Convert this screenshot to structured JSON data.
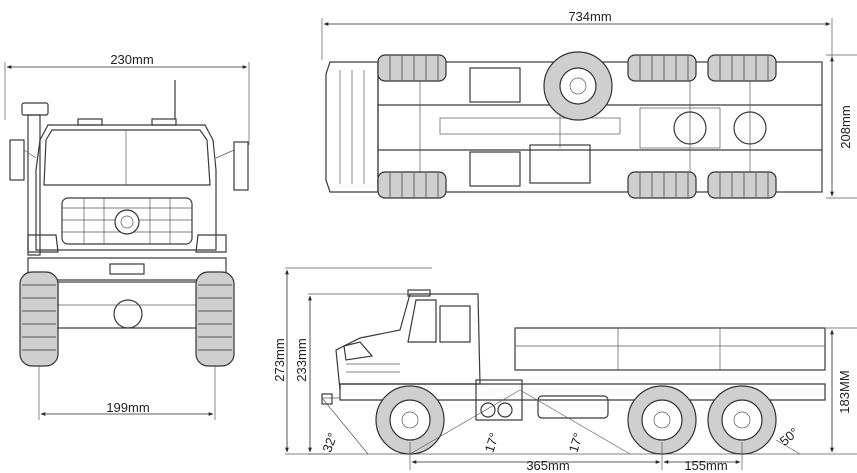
{
  "dimensions": {
    "overall_width": "230mm",
    "track_width": "199mm",
    "overall_length": "734mm",
    "top_width": "208mm",
    "overall_height": "273mm",
    "cab_height": "233mm",
    "bed_height": "183MM",
    "wheelbase_front": "365mm",
    "wheelbase_rear": "155mm"
  },
  "angles": {
    "approach": "32°",
    "breakover_front": "17°",
    "breakover_rear": "17°",
    "departure": "50°"
  },
  "colors": {
    "line": "#3a3a3a",
    "tire_fill": "#cfcfcf",
    "background": "#ffffff"
  }
}
